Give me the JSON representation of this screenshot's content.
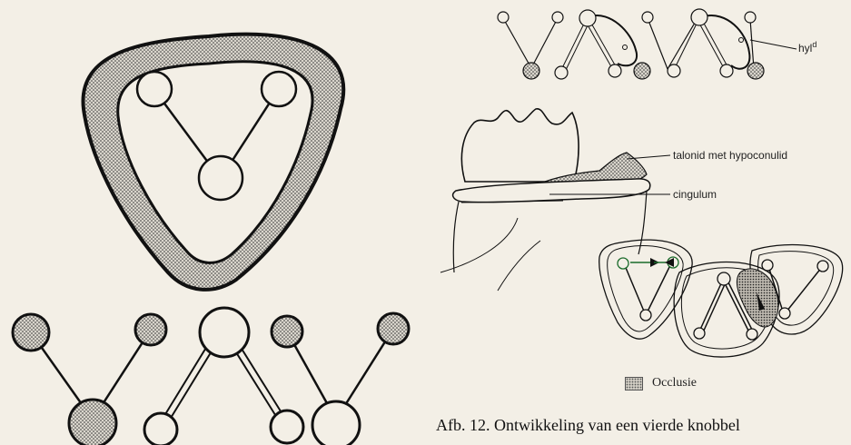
{
  "labels": {
    "hyl": "hyl",
    "hyl_sup": "d",
    "talonid": "talonid met hypoconulid",
    "cingulum": "cingulum"
  },
  "legend": {
    "occlusion": "Occlusie"
  },
  "caption": "Afb. 12. Ontwikkeling van een vierde knobbel",
  "colors": {
    "ink": "#111111",
    "paper": "#f3efe6",
    "stipple_bg": "#dcd8cf",
    "arrow": "#1a6b2a"
  }
}
